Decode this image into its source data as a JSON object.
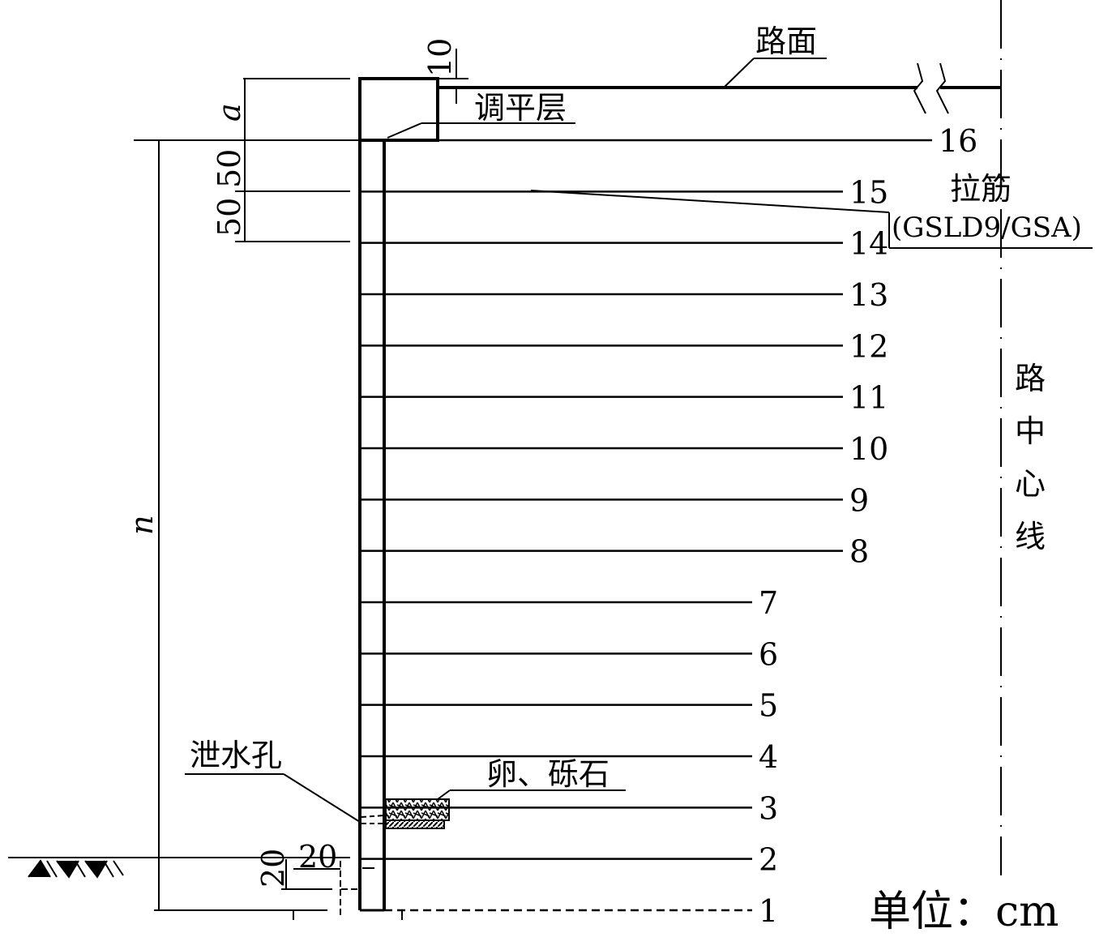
{
  "labels": {
    "road_surface": "路面",
    "leveling_layer": "调平层",
    "tie_bar": "拉筋",
    "tie_bar_type": "(GSLD9/GSA)",
    "drain_hole": "泄水孔",
    "gravel": "卵、砾石",
    "centerline": [
      "路",
      "中",
      "心",
      "线"
    ],
    "unit": "单位：cm"
  },
  "dimensions": {
    "a": "a",
    "n": "n",
    "d10": "10",
    "d50a": "50",
    "d50b": "50",
    "d20h": "20",
    "d20v": "20"
  },
  "layers": [
    {
      "num": "1",
      "long": false,
      "dashed": true
    },
    {
      "num": "2",
      "long": false
    },
    {
      "num": "3",
      "long": false
    },
    {
      "num": "4",
      "long": false
    },
    {
      "num": "5",
      "long": false
    },
    {
      "num": "6",
      "long": false
    },
    {
      "num": "7",
      "long": false
    },
    {
      "num": "8",
      "long": true
    },
    {
      "num": "9",
      "long": true
    },
    {
      "num": "10",
      "long": true
    },
    {
      "num": "11",
      "long": true
    },
    {
      "num": "12",
      "long": true
    },
    {
      "num": "13",
      "long": true
    },
    {
      "num": "14",
      "long": true
    },
    {
      "num": "15",
      "long": true
    },
    {
      "num": "16",
      "long": true
    }
  ]
}
